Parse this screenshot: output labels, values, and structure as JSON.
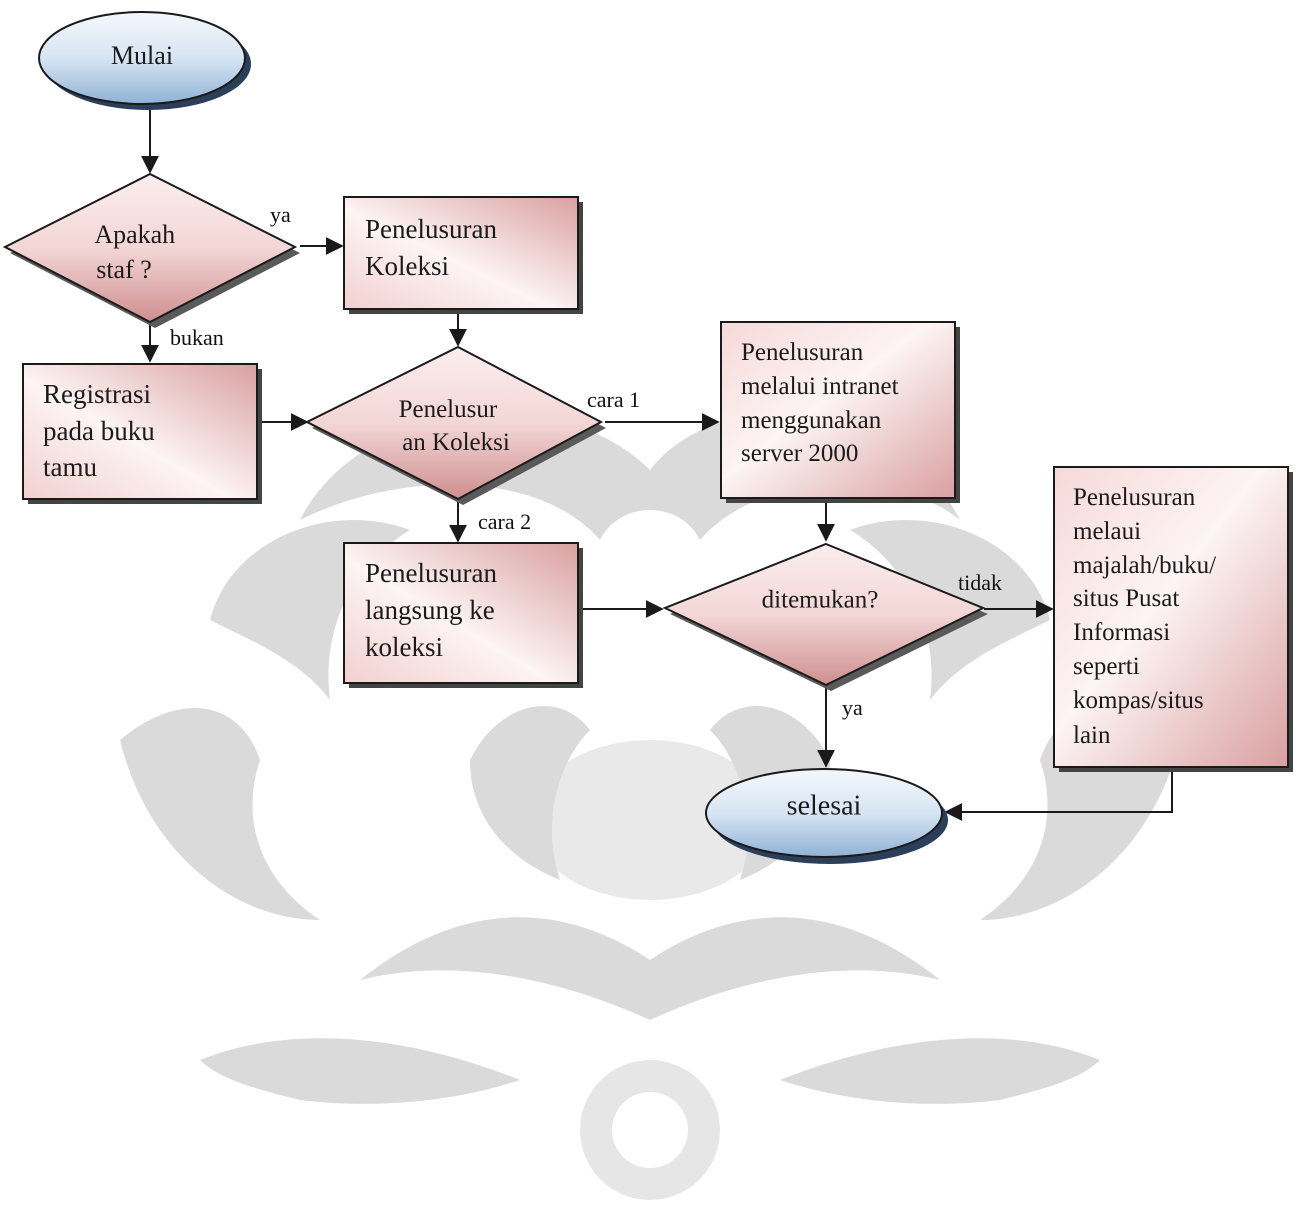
{
  "nodes": {
    "start": {
      "text": "Mulai"
    },
    "q_staff": {
      "lines": [
        "Apakah",
        "staf ?"
      ]
    },
    "search_collection": {
      "lines": [
        "Penelusuran",
        "Koleksi"
      ]
    },
    "registration": {
      "lines": [
        "Registrasi",
        "pada buku",
        "tamu"
      ]
    },
    "q_search": {
      "lines": [
        "Penelusur",
        "an Koleksi"
      ]
    },
    "intranet": {
      "lines": [
        "Penelusuran",
        "melalui intranet",
        "menggunakan",
        "server 2000"
      ]
    },
    "direct": {
      "lines": [
        "Penelusuran",
        "langsung ke",
        "koleksi"
      ]
    },
    "q_found": {
      "text": "ditemukan?"
    },
    "external": {
      "lines": [
        "Penelusuran",
        "melaui",
        "majalah/buku/",
        "situs Pusat",
        "Informasi",
        "seperti",
        "kompas/situs",
        "lain"
      ]
    },
    "end": {
      "text": "selesai"
    }
  },
  "edges": {
    "staff_yes": "ya",
    "staff_no": "bukan",
    "method_1": "cara 1",
    "method_2": "cara 2",
    "found_no": "tidak",
    "found_yes": "ya"
  },
  "colors": {
    "box_fill_light": "#fbeeee",
    "box_fill_dark": "#d89a9a",
    "ellipse_fill_light": "#eef4fb",
    "ellipse_fill_dark": "#9dbcdc",
    "stroke": "#1a1a1a",
    "shadow": "#5a5a5a",
    "watermark": "#d4d4d4"
  }
}
